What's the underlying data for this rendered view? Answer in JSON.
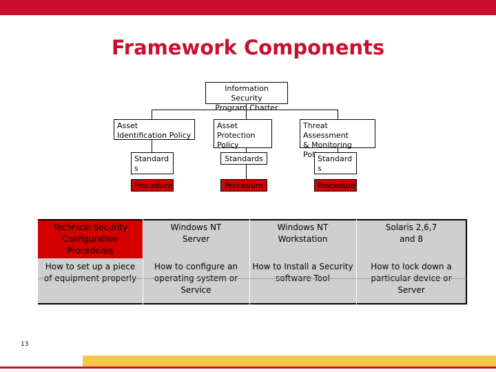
{
  "title": "Framework Components",
  "charter": "Information Security\nProgram Charter",
  "policies": [
    {
      "label": "Asset\nIdentification Policy"
    },
    {
      "label": "Asset\nProtection\nPolicy"
    },
    {
      "label": "Threat Assessment\n& Monitoring\nPolicy"
    }
  ],
  "standards": [
    "Standard\ns",
    "Standards",
    "Standard\ns"
  ],
  "procedures": [
    "Procedure",
    "Procedure",
    "Procedure"
  ],
  "table": {
    "row1": [
      "Technical Security\nConfiguration\nProcedures",
      "Windows NT\nServer",
      "Windows NT\nWorkstation",
      "Solaris 2,6,7\nand 8"
    ],
    "row2": [
      "How to set up a piece\nof equipment properly",
      "How to configure an\noperating system or\nService",
      "How to Install a Security\nsoftware Tool",
      "How to lock down a\nparticular device or\nServer"
    ]
  },
  "slide_number": "13",
  "colors": {
    "accent": "#c8102e",
    "highlight": "#d40000",
    "cell_gray": "#cfcfcf",
    "footer": "#f4c94b"
  }
}
